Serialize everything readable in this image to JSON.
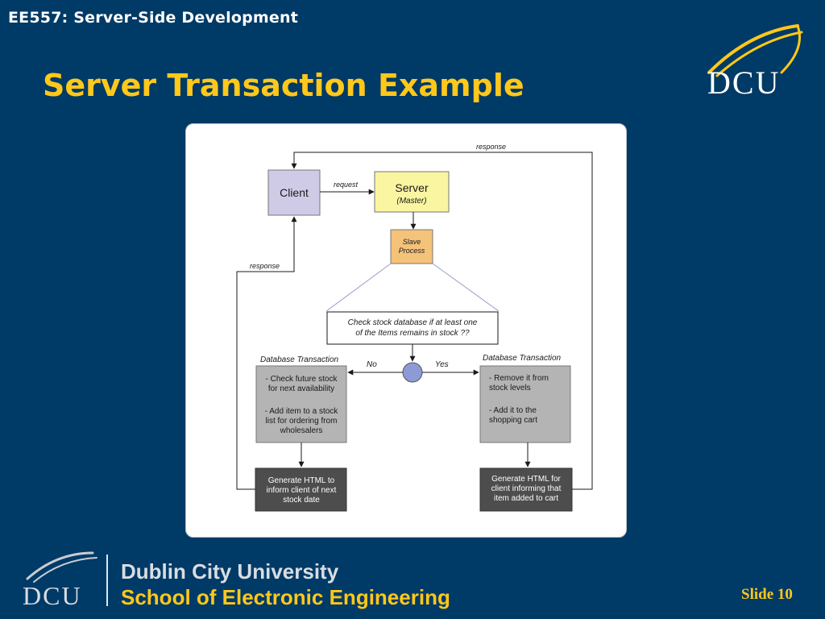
{
  "header": {
    "course": "EE557: Server-Side Development",
    "title": "Server Transaction Example"
  },
  "logo": {
    "text": "DCU"
  },
  "diagram": {
    "client": "Client",
    "server": "Server",
    "server_sub": "(Master)",
    "slave_line1": "Slave",
    "slave_line2": "Process",
    "request": "request",
    "response_top": "response",
    "response_left": "response",
    "check_line1": "Check stock database if at least one",
    "check_line2": "of the Items remains in stock ??",
    "db_left": "Database Transaction",
    "db_right": "Database Transaction",
    "no": "No",
    "yes": "Yes",
    "left_box": [
      "- Check future stock",
      "for next availability",
      "",
      "- Add item to a stock",
      "list for ordering from",
      "wholesalers"
    ],
    "right_box": [
      "- Remove it from",
      "stock levels",
      "",
      "- Add it to the",
      "shopping cart"
    ],
    "gen_left": [
      "Generate HTML to",
      "inform client of next",
      "stock date"
    ],
    "gen_right": [
      "Generate HTML for",
      "client informing that",
      "item added to cart"
    ]
  },
  "footer": {
    "university": "Dublin City University",
    "school": "School of Electronic Engineering",
    "slide": "Slide 10"
  },
  "colors": {
    "background": "#003a66",
    "accent": "#ffc81a",
    "client_box": "#cfcbe6",
    "server_box": "#faf5a0",
    "slave_box": "#f5c27a",
    "decision": "#8c9ad6",
    "grey_box": "#b4b4b4",
    "dark_box": "#4d4d4d"
  }
}
